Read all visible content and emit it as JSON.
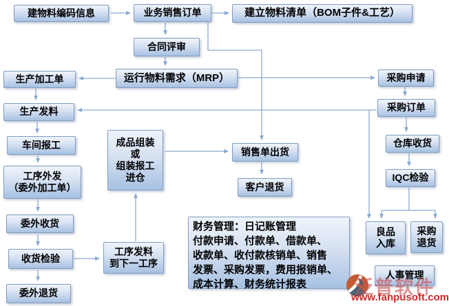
{
  "diagram": {
    "nodes": {
      "create_material_code": {
        "label": "建物料编码信息"
      },
      "sales_order": {
        "label": "业务销售订单"
      },
      "bom": {
        "label": "建立物料清单（BOM子件&工艺）"
      },
      "contract_review": {
        "label": "合同评审"
      },
      "mrp": {
        "label": "运行物料需求（MRP）"
      },
      "production_order": {
        "label": "生产加工单"
      },
      "production_issue": {
        "label": "生产发料"
      },
      "workshop_report": {
        "label": "车间报工"
      },
      "process_outsource": {
        "label": "工序外发\n（委外加工单）"
      },
      "outsource_receive": {
        "label": "委外收货"
      },
      "receive_inspect": {
        "label": "收货检验"
      },
      "outsource_return": {
        "label": "委外退货"
      },
      "assembly": {
        "label": "成品组装\n或\n组装报工\n进仓"
      },
      "process_issue_next": {
        "label": "工序发料\n到下一工序"
      },
      "sales_shipment": {
        "label": "销售单出货"
      },
      "customer_return": {
        "label": "客户退货"
      },
      "finance": {
        "label": "财务管理：日记账管理\n付款申请、付款单、借款单、\n收款单、收付款核销单、销售\n发票、采购发票，费用报销单、\n成本计算、财务统计报表"
      },
      "purchase_request": {
        "label": "采购申请"
      },
      "purchase_order": {
        "label": "采购订单"
      },
      "warehouse_receive": {
        "label": "仓库收货"
      },
      "iqc_inspect": {
        "label": "IQC检验"
      },
      "good_stock_in": {
        "label": "良品\n入库"
      },
      "purchase_return": {
        "label": "采购\n退货"
      },
      "hr": {
        "label": "人事管理"
      }
    },
    "edges": [
      {
        "from": "建物料编码信息",
        "to": "业务销售订单"
      },
      {
        "from": "业务销售订单",
        "to": "建立物料清单（BOM子件&工艺）"
      },
      {
        "from": "业务销售订单",
        "to": "合同评审"
      },
      {
        "from": "合同评审",
        "to": "运行物料需求（MRP）"
      },
      {
        "from": "运行物料需求（MRP）",
        "to": "生产加工单"
      },
      {
        "from": "运行物料需求（MRP）",
        "to": "采购申请"
      },
      {
        "from": "业务销售订单",
        "to": "销售单出货"
      },
      {
        "from": "生产加工单",
        "to": "生产发料"
      },
      {
        "from": "采购订单",
        "to": "生产发料"
      },
      {
        "from": "采购订单",
        "to": "良品入库"
      },
      {
        "from": "生产发料",
        "to": "车间报工"
      },
      {
        "from": "车间报工",
        "to": "工序外发（委外加工单）"
      },
      {
        "from": "工序外发（委外加工单）",
        "to": "委外收货"
      },
      {
        "from": "委外收货",
        "to": "收货检验"
      },
      {
        "from": "收货检验",
        "to": "委外退货"
      },
      {
        "from": "收货检验",
        "to": "工序发料到下一工序"
      },
      {
        "from": "工序发料到下一工序",
        "to": "成品组装或组装报工进仓"
      },
      {
        "from": "成品组装或组装报工进仓",
        "to": "销售单出货"
      },
      {
        "from": "销售单出货",
        "to": "客户退货"
      },
      {
        "from": "采购申请",
        "to": "采购订单"
      },
      {
        "from": "采购订单",
        "to": "仓库收货"
      },
      {
        "from": "仓库收货",
        "to": "IQC检验"
      },
      {
        "from": "IQC检验",
        "to": "良品入库"
      },
      {
        "from": "IQC检验",
        "to": "采购退货"
      }
    ]
  },
  "watermark": {
    "brand": "泛普软件",
    "site": "www.fanpusoft.com"
  },
  "colors": {
    "box_border": "#7f9cc0",
    "box_fill_top": "#eff4fb",
    "box_fill_bottom": "#a7c1e2",
    "connector": "#8aa9d0",
    "text": "#000000",
    "watermark_red": "#cc2b2b",
    "logo_orange": "#c25a33",
    "logo_slate": "#4d6174"
  }
}
